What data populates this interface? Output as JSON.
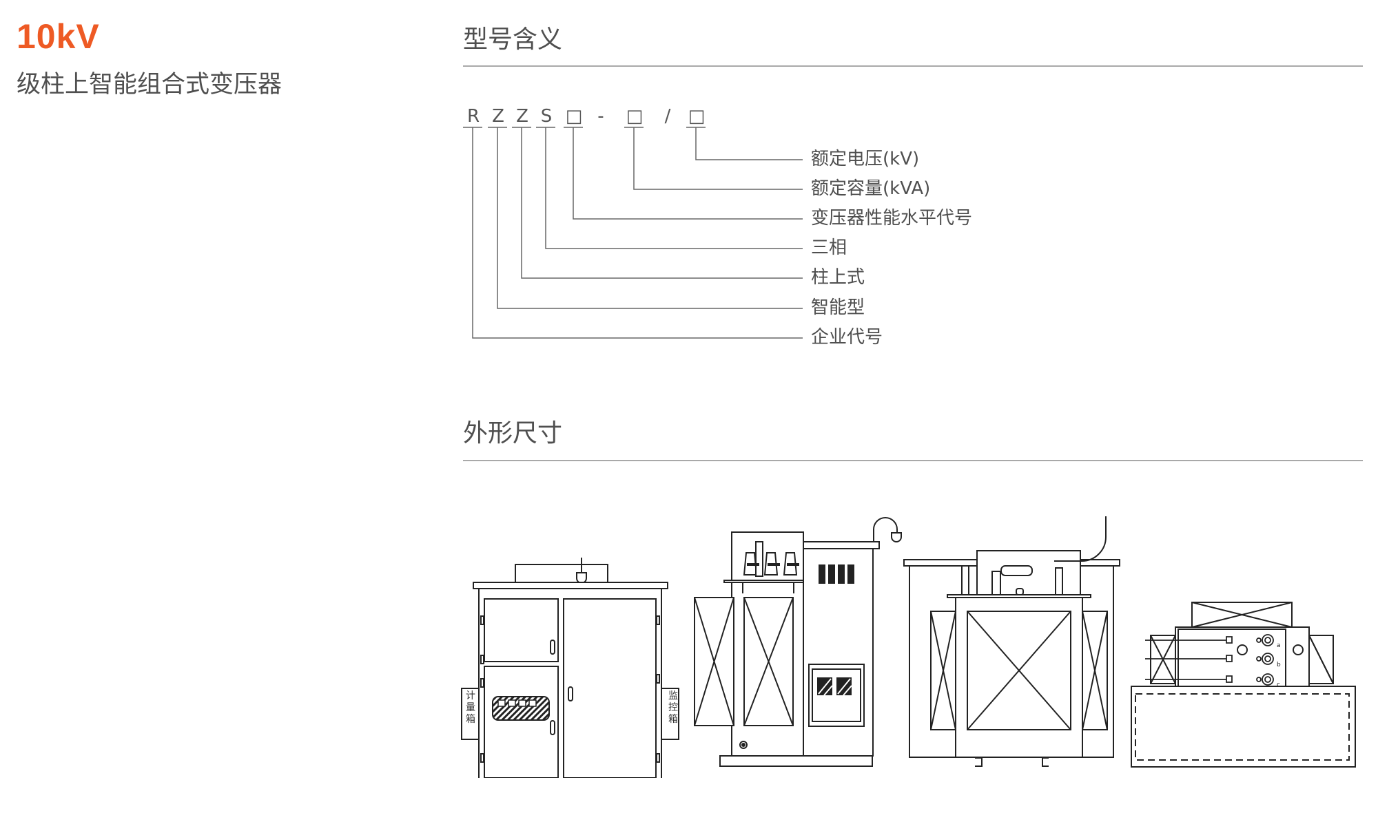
{
  "header": {
    "voltage": "10kV",
    "product_name": "级柱上智能组合式变压器",
    "accent_color": "#ee5a24"
  },
  "model_meaning": {
    "title": "型号含义",
    "code_chars": [
      "R",
      "Z",
      "Z",
      "S",
      "□",
      "-",
      "□",
      "/",
      "□"
    ],
    "legend": [
      "额定电压(kV)",
      "额定容量(kVA)",
      "变压器性能水平代号",
      "三相",
      "柱上式",
      "智能型",
      "企业代号"
    ]
  },
  "dimensions": {
    "title": "外形尺寸",
    "drawings": [
      {
        "name": "front-view",
        "labels": [
          "计量箱",
          "监控箱"
        ]
      },
      {
        "name": "side-view"
      },
      {
        "name": "rear-view"
      },
      {
        "name": "top-view",
        "phase_labels": [
          "a",
          "b",
          "c"
        ]
      }
    ]
  }
}
